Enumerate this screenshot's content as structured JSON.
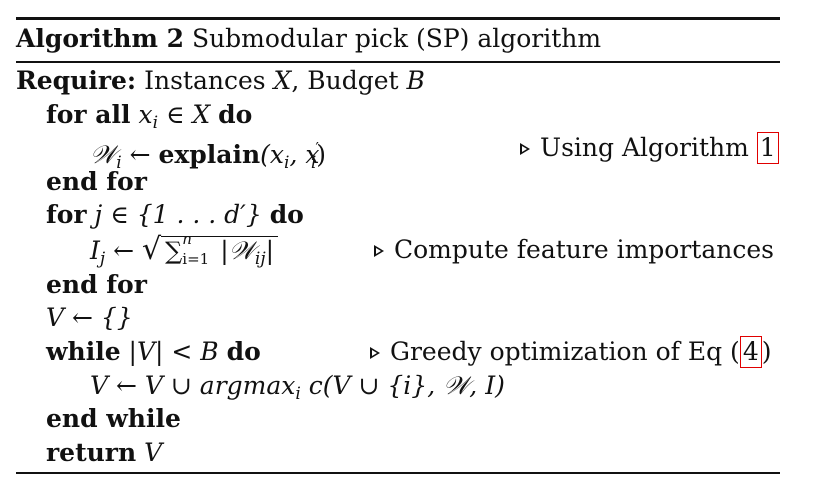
{
  "algorithm": {
    "header_bold": "Algorithm 2",
    "header_title": "Submodular pick (SP) algorithm",
    "require_label": "Require:",
    "require_text_1": "Instances ",
    "require_X": "X",
    "require_text_2": ", Budget ",
    "require_B": "B",
    "lines": {
      "for_all_kw": "for all",
      "for_all_expr": "x",
      "for_all_sub": "i",
      "for_all_rest": " ∈ X ",
      "do_kw": "do",
      "w_assign_W": "𝒲",
      "w_assign_sub": "i",
      "w_assign_arrow": " ← ",
      "w_assign_fn": "explain",
      "w_assign_args_open": "(x",
      "w_assign_args_sub1": "i",
      "w_assign_args_mid": ", x",
      "w_assign_args_prime": "′",
      "w_assign_args_sub2": "i",
      "w_assign_args_close": ")",
      "comment_1_text": "Using Algorithm ",
      "comment_1_ref": "1",
      "end_for_1": "end for",
      "for_j_kw": "for",
      "for_j_expr": " j ∈ {1 . . . d′} ",
      "do_kw_2": "do",
      "I_assign_lhs": "I",
      "I_assign_sub": "j",
      "I_assign_arrow": " ← ",
      "sum_sym": "∑",
      "sum_upper": "n",
      "sum_lower": "i=1",
      "abs_W": "|𝒲",
      "abs_W_sub": "ij",
      "abs_close": "|",
      "comment_2_text": "Compute feature importances",
      "end_for_2": "end for",
      "V_init": "V ← {}",
      "while_kw": "while",
      "while_expr": " |V| < B ",
      "do_kw_3": "do",
      "comment_3_text": "Greedy optimization of Eq (",
      "comment_3_ref": "4",
      "comment_3_close": ")",
      "V_update_1": "V ← V ∪ argmax",
      "V_update_sub": "i",
      "V_update_2": " c(V ∪ {i}, 𝒲, I)",
      "end_while": "end while",
      "return_kw": "return",
      "return_V": " V"
    }
  },
  "colors": {
    "text": "#111111",
    "ref_box_border": "#e00000"
  }
}
